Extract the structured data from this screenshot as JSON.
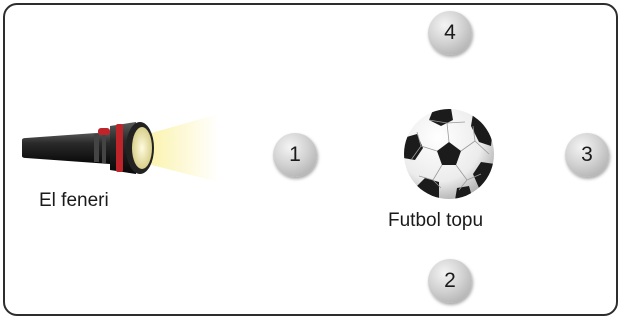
{
  "flashlight": {
    "label": "El feneri",
    "icon": "flashlight-icon"
  },
  "ball": {
    "label": "Futbol topu",
    "icon": "soccer-ball-icon"
  },
  "positions": [
    {
      "number": "1"
    },
    {
      "number": "2"
    },
    {
      "number": "3"
    },
    {
      "number": "4"
    }
  ],
  "colors": {
    "frame_border": "#2d2d2d",
    "flashlight_body": "#1c1c1c",
    "flashlight_band": "#c0242b",
    "light_beam": "#fbf2a8",
    "marker_fill": "#c8c8c8"
  }
}
